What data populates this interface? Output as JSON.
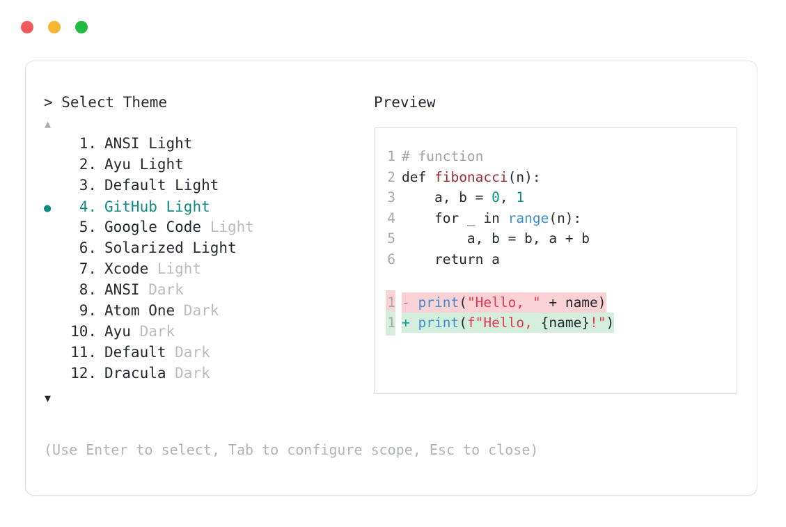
{
  "window": {
    "traffic_lights": [
      {
        "name": "close",
        "color": "#f1595a"
      },
      {
        "name": "minimize",
        "color": "#f5b731"
      },
      {
        "name": "maximize",
        "color": "#22bb3f"
      }
    ]
  },
  "accent_color": "#0f8b83",
  "prompt": {
    "marker": ">",
    "label": "Select Theme",
    "text": "> Select Theme"
  },
  "scroll": {
    "up_arrow": "▲",
    "down_arrow": "▼"
  },
  "list": {
    "selected_index": 4,
    "bullet": "●",
    "items": [
      {
        "number": "1.",
        "name": "ANSI",
        "suffix": "Light",
        "suffix_dim": false,
        "selected": false
      },
      {
        "number": "2.",
        "name": "Ayu",
        "suffix": "Light",
        "suffix_dim": false,
        "selected": false
      },
      {
        "number": "3.",
        "name": "Default",
        "suffix": "Light",
        "suffix_dim": false,
        "selected": false
      },
      {
        "number": "4.",
        "name": "GitHub",
        "suffix": "Light",
        "suffix_dim": false,
        "selected": true
      },
      {
        "number": "5.",
        "name": "Google Code",
        "suffix": "Light",
        "suffix_dim": true,
        "selected": false
      },
      {
        "number": "6.",
        "name": "Solarized",
        "suffix": "Light",
        "suffix_dim": false,
        "selected": false
      },
      {
        "number": "7.",
        "name": "Xcode",
        "suffix": "Light",
        "suffix_dim": true,
        "selected": false
      },
      {
        "number": "8.",
        "name": "ANSI",
        "suffix": "Dark",
        "suffix_dim": true,
        "selected": false
      },
      {
        "number": "9.",
        "name": "Atom One",
        "suffix": "Dark",
        "suffix_dim": true,
        "selected": false
      },
      {
        "number": "10.",
        "name": "Ayu",
        "suffix": "Dark",
        "suffix_dim": true,
        "selected": false
      },
      {
        "number": "11.",
        "name": "Default",
        "suffix": "Dark",
        "suffix_dim": true,
        "selected": false
      },
      {
        "number": "12.",
        "name": "Dracula",
        "suffix": "Dark",
        "suffix_dim": true,
        "selected": false
      }
    ]
  },
  "hint": "(Use Enter to select, Tab to configure scope, Esc to close)",
  "preview": {
    "label": "Preview",
    "code_lines": [
      {
        "n": "1",
        "tokens": [
          {
            "t": "# function",
            "c": "comment"
          }
        ]
      },
      {
        "n": "2",
        "tokens": [
          {
            "t": "def ",
            "c": "kw"
          },
          {
            "t": "fibonacci",
            "c": "fnname"
          },
          {
            "t": "(n):",
            "c": "punct"
          }
        ]
      },
      {
        "n": "3",
        "tokens": [
          {
            "t": "    a, b = ",
            "c": "plain"
          },
          {
            "t": "0",
            "c": "num"
          },
          {
            "t": ", ",
            "c": "plain"
          },
          {
            "t": "1",
            "c": "num"
          }
        ]
      },
      {
        "n": "4",
        "tokens": [
          {
            "t": "    for _ in ",
            "c": "plain"
          },
          {
            "t": "range",
            "c": "builtin"
          },
          {
            "t": "(n):",
            "c": "punct"
          }
        ]
      },
      {
        "n": "5",
        "tokens": [
          {
            "t": "        a, b = b, a + b",
            "c": "plain"
          }
        ]
      },
      {
        "n": "6",
        "tokens": [
          {
            "t": "    return a",
            "c": "plain"
          }
        ]
      }
    ],
    "diff_lines": [
      {
        "n": "1",
        "kind": "del",
        "sign": "-",
        "tokens": [
          {
            "t": "print",
            "c": "builtin"
          },
          {
            "t": "(",
            "c": "punct"
          },
          {
            "t": "\"Hello, \"",
            "c": "str"
          },
          {
            "t": " + name)",
            "c": "plain"
          }
        ]
      },
      {
        "n": "1",
        "kind": "add",
        "sign": "+",
        "tokens": [
          {
            "t": "print",
            "c": "builtin"
          },
          {
            "t": "(",
            "c": "punct"
          },
          {
            "t": "f\"Hello, ",
            "c": "str"
          },
          {
            "t": "{name}",
            "c": "plain"
          },
          {
            "t": "!\"",
            "c": "str"
          },
          {
            "t": ")",
            "c": "punct"
          }
        ]
      }
    ]
  }
}
